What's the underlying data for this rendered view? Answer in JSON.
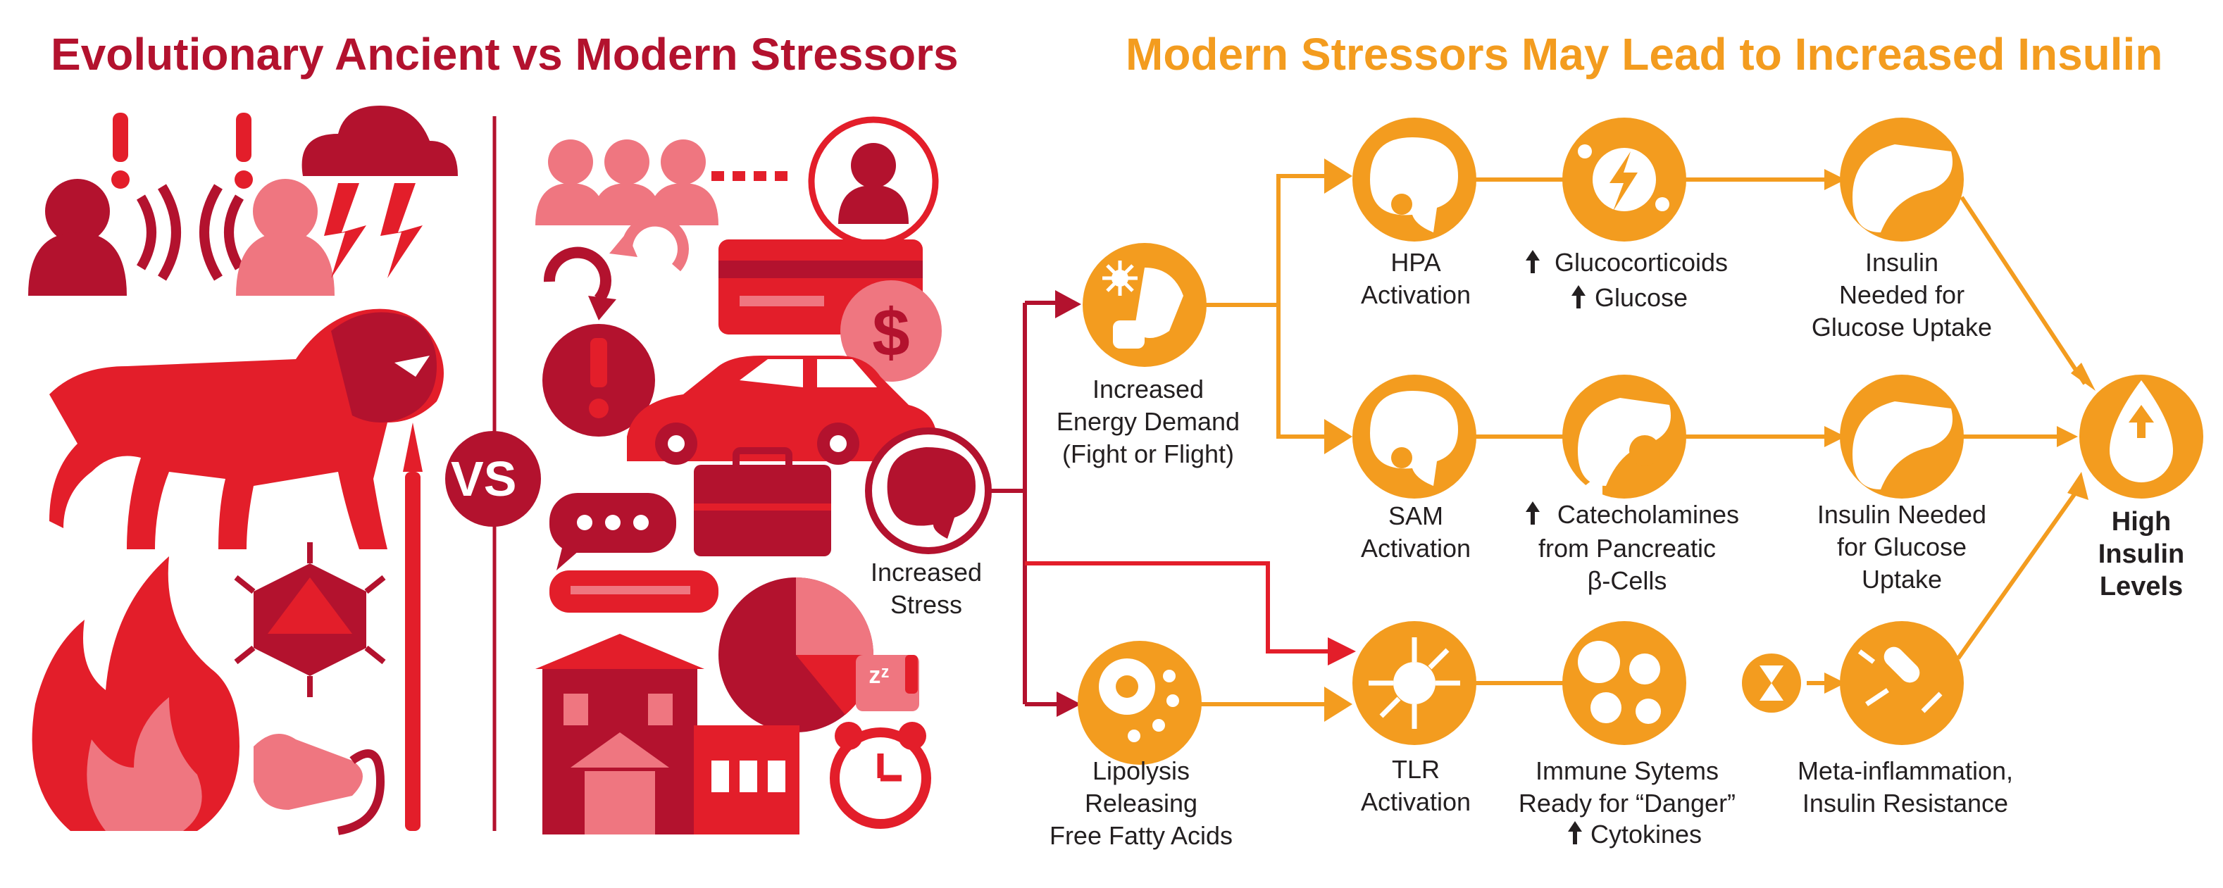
{
  "left_title": "Evolutionary Ancient vs Modern Stressors",
  "right_title": "Modern Stressors May Lead to Increased Insulin",
  "vs_label": "VS",
  "colors": {
    "red_dark": "#b3122e",
    "red": "#e31e2a",
    "pink": "#ef7680",
    "orange": "#f39c1f",
    "text": "#231f20"
  },
  "icons": {
    "ancient": [
      "person-alert-icon",
      "storm-icon",
      "lion-icon",
      "spear-icon",
      "fire-icon",
      "virus-icon",
      "worm-icon"
    ],
    "modern": [
      "crowd-icon",
      "person-circle-icon",
      "cycle-arrows-icon",
      "credit-card-icon",
      "dollar-icon",
      "alert-icon",
      "car-icon",
      "chat-icon",
      "briefcase-icon",
      "pie-chart-icon",
      "house-icon",
      "sleep-icon",
      "alarm-clock-icon"
    ]
  },
  "nodes": {
    "stress": "Increased\nStress",
    "energy": "Increased\nEnergy Demand\n(Fight or Flight)",
    "lipolysis": "Lipolysis\nReleasing\nFree Fatty Acids",
    "hpa": "HPA\nActivation",
    "sam": "SAM\nActivation",
    "tlr": "TLR\nActivation",
    "gluco_line1": "Glucocorticoids",
    "gluco_line2": "Glucose",
    "catechol_line1": "Catecholamines",
    "catechol_line2": "from Pancreatic\nβ-Cells",
    "immune_line1": "Immune Sytems\nReady for “Danger”",
    "immune_line2": "Cytokines",
    "insulin1": "Insulin\nNeeded for\nGlucose Uptake",
    "insulin2": "Insulin Needed\nfor Glucose\nUptake",
    "meta": "Meta-inflammation,\nInsulin Resistance",
    "high": "High\nInsulin\nLevels"
  }
}
